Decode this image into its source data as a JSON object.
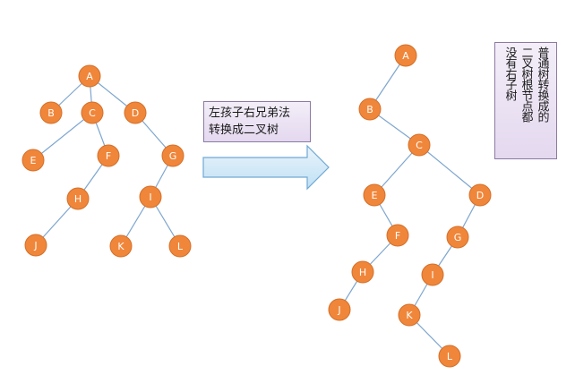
{
  "caption": {
    "line1": "左孩子右兄弟法",
    "line2": "转换成二叉树"
  },
  "note": {
    "col1": "普通树转换成的",
    "col2": "二叉树根节点都",
    "col3": "没有右子树"
  },
  "colors": {
    "node_fill": "#f0863a",
    "node_stroke": "#d4702a",
    "edge": "#7ea6cf",
    "arrow_top": "#eaf4fb",
    "arrow_bottom": "#bfe0f4",
    "arrow_stroke": "#6fa9d4"
  },
  "general_tree": {
    "nodes": [
      {
        "id": "A",
        "label": "A"
      },
      {
        "id": "B",
        "label": "B"
      },
      {
        "id": "C",
        "label": "C"
      },
      {
        "id": "D",
        "label": "D"
      },
      {
        "id": "E",
        "label": "E"
      },
      {
        "id": "F",
        "label": "F"
      },
      {
        "id": "G",
        "label": "G"
      },
      {
        "id": "H",
        "label": "H"
      },
      {
        "id": "I",
        "label": "I"
      },
      {
        "id": "J",
        "label": "J"
      },
      {
        "id": "K",
        "label": "K"
      },
      {
        "id": "L",
        "label": "L"
      }
    ],
    "edges": [
      [
        "A",
        "B"
      ],
      [
        "A",
        "C"
      ],
      [
        "A",
        "D"
      ],
      [
        "C",
        "E"
      ],
      [
        "C",
        "F"
      ],
      [
        "D",
        "G"
      ],
      [
        "F",
        "H"
      ],
      [
        "G",
        "I"
      ],
      [
        "H",
        "J"
      ],
      [
        "I",
        "K"
      ],
      [
        "I",
        "L"
      ]
    ]
  },
  "binary_tree": {
    "nodes": [
      {
        "id": "A",
        "label": "A"
      },
      {
        "id": "B",
        "label": "B"
      },
      {
        "id": "C",
        "label": "C"
      },
      {
        "id": "E",
        "label": "E"
      },
      {
        "id": "D",
        "label": "D"
      },
      {
        "id": "F",
        "label": "F"
      },
      {
        "id": "G",
        "label": "G"
      },
      {
        "id": "H",
        "label": "H"
      },
      {
        "id": "I",
        "label": "I"
      },
      {
        "id": "J",
        "label": "J"
      },
      {
        "id": "K",
        "label": "K"
      },
      {
        "id": "L",
        "label": "L"
      }
    ],
    "edges": [
      [
        "A",
        "B"
      ],
      [
        "B",
        "C"
      ],
      [
        "C",
        "E"
      ],
      [
        "C",
        "D"
      ],
      [
        "E",
        "F"
      ],
      [
        "D",
        "G"
      ],
      [
        "F",
        "H"
      ],
      [
        "G",
        "I"
      ],
      [
        "H",
        "J"
      ],
      [
        "I",
        "K"
      ],
      [
        "K",
        "L"
      ]
    ]
  }
}
